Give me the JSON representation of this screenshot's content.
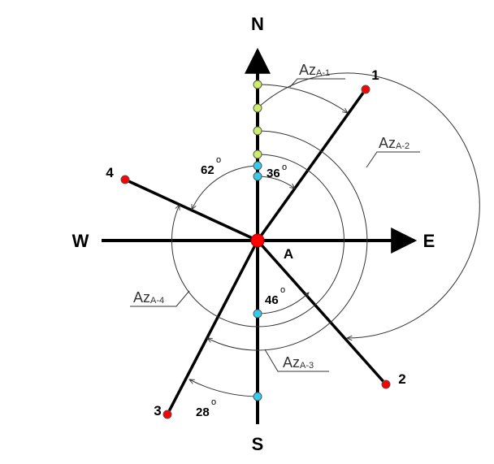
{
  "cardinals": {
    "north": "N",
    "south": "S",
    "east": "E",
    "west": "W"
  },
  "center_label": "A",
  "points": [
    {
      "label": "1"
    },
    {
      "label": "2"
    },
    {
      "label": "3"
    },
    {
      "label": "4"
    }
  ],
  "angles": {
    "a1": "36",
    "a2": "46",
    "a3": "28",
    "a4": "62",
    "degree_symbol": "o"
  },
  "azimuths": {
    "prefix": "Az",
    "a1": "A-1",
    "a2": "A-2",
    "a3": "A-3",
    "a4": "A-4"
  },
  "colors": {
    "axis": "#000000",
    "point_marker": "#ff0000",
    "center_marker": "#ff0000",
    "north_tick": "#ccee66",
    "south_tick": "#33ccee"
  }
}
